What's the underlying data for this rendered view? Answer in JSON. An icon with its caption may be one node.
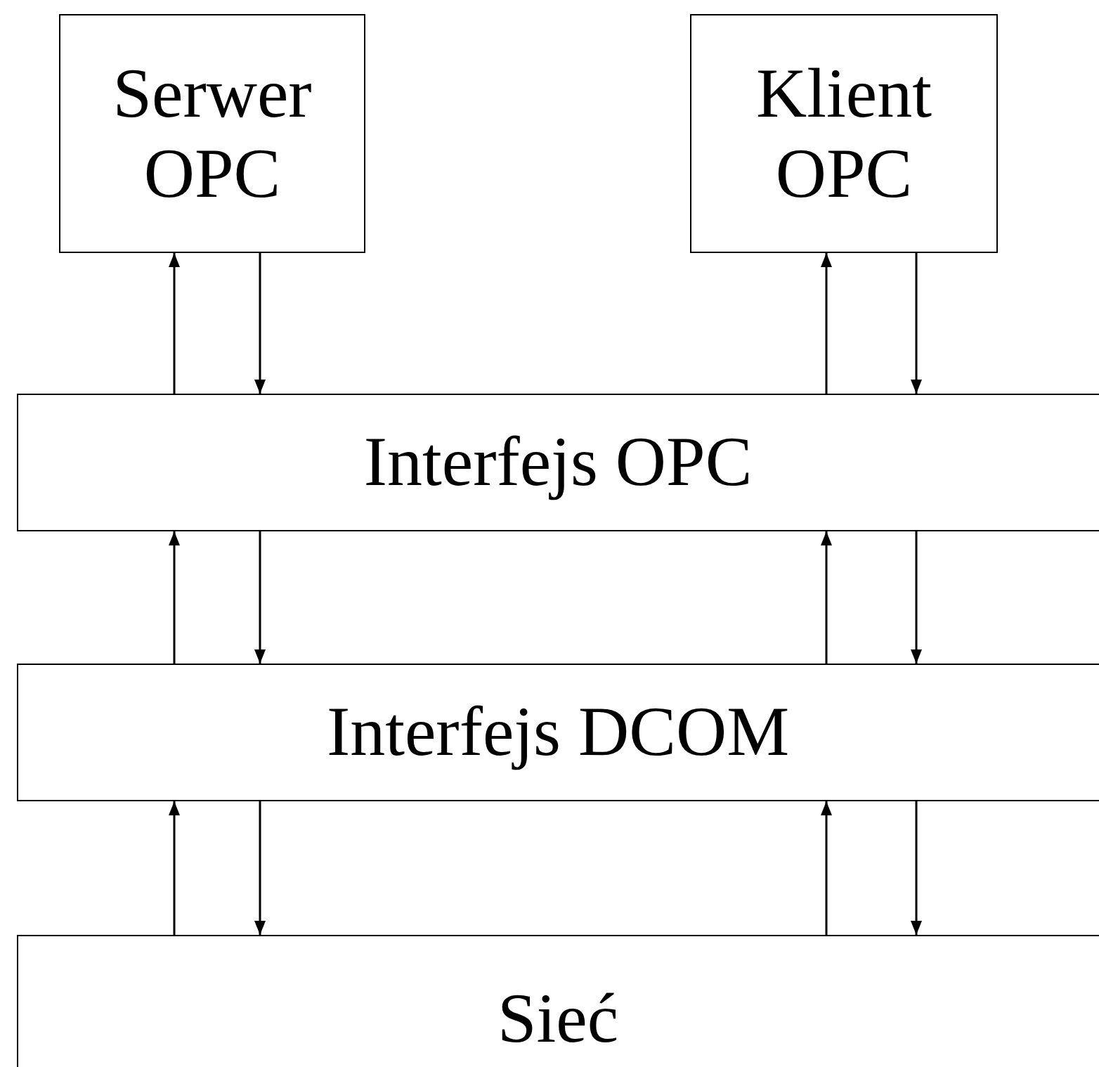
{
  "diagram": {
    "nodes": [
      {
        "text": [
          "Serwer OPC"
        ]
      },
      {
        "text": [
          "Klient OPC"
        ]
      },
      {
        "text": [
          "Interfejs OPC"
        ]
      },
      {
        "text": [
          "Interfejs DCOM"
        ]
      },
      {
        "text": [
          "Sieć"
        ]
      }
    ],
    "edges": [
      {
        "from": 2,
        "to": 0,
        "arrow": "to"
      },
      {
        "from": 0,
        "to": 2,
        "arrow": "to"
      },
      {
        "from": 2,
        "to": 1,
        "arrow": "to"
      },
      {
        "from": 1,
        "to": 2,
        "arrow": "to"
      },
      {
        "from": 3,
        "to": 2,
        "arrow": "to"
      },
      {
        "from": 2,
        "to": 3,
        "arrow": "to"
      },
      {
        "from": 3,
        "to": 2,
        "arrow": "to"
      },
      {
        "from": 2,
        "to": 3,
        "arrow": "to"
      },
      {
        "from": 4,
        "to": 3,
        "arrow": "to"
      },
      {
        "from": 3,
        "to": 4,
        "arrow": "to"
      },
      {
        "from": 4,
        "to": 3,
        "arrow": "to"
      },
      {
        "from": 3,
        "to": 4,
        "arrow": "to"
      }
    ]
  }
}
